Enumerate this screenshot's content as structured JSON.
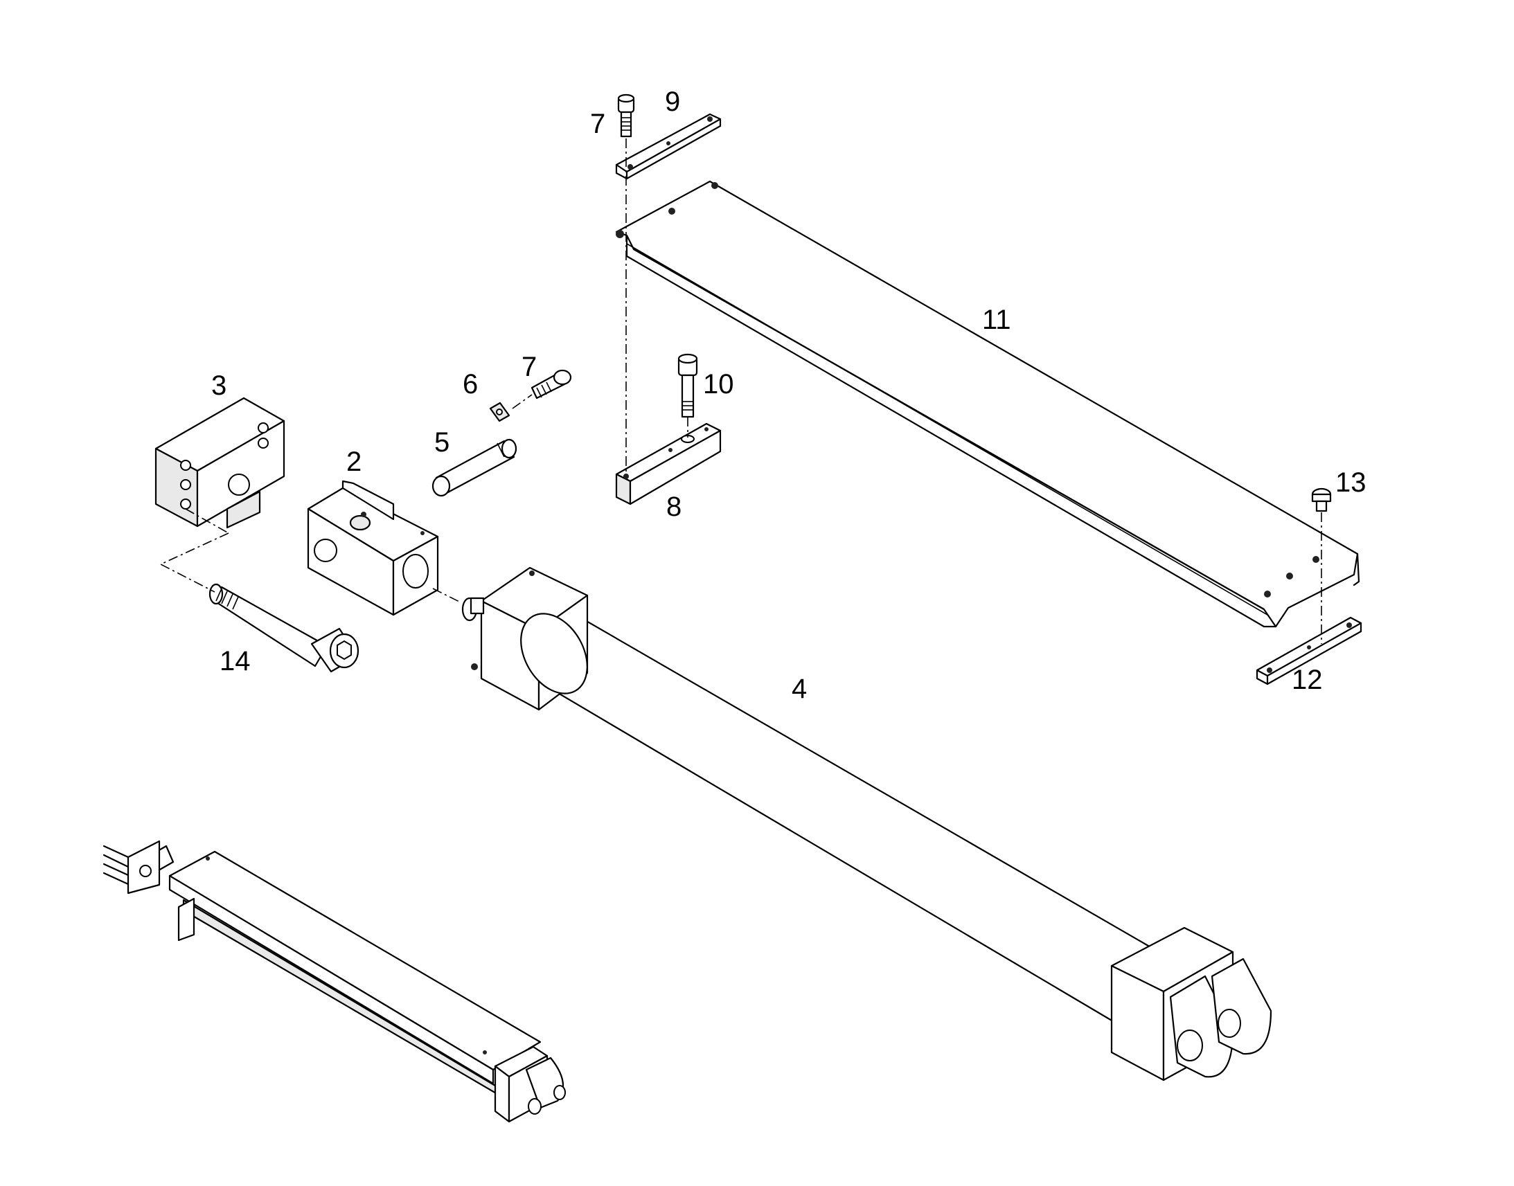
{
  "labels": {
    "p2": "2",
    "p3": "3",
    "p4": "4",
    "p5": "5",
    "p6": "6",
    "p7_top": "7",
    "p7_mid": "7",
    "p8": "8",
    "p9": "9",
    "p10": "10",
    "p11": "11",
    "p12": "12",
    "p13": "13",
    "p14": "14"
  }
}
